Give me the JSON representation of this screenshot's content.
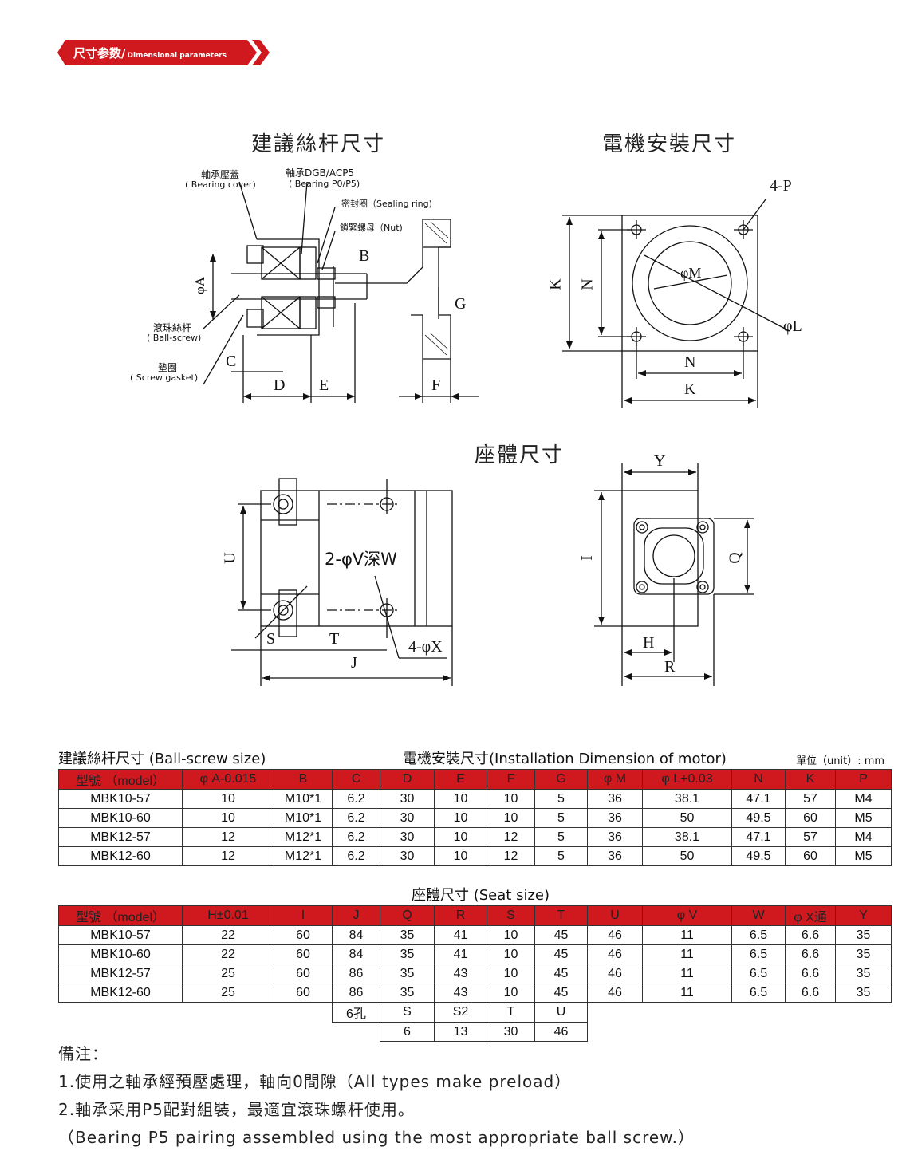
{
  "header": {
    "title_cn": "尺寸参数/",
    "title_en": "Dimensional parameters"
  },
  "drawings": {
    "ballscrew": {
      "title": "建議絲杆尺寸",
      "labels": {
        "bearing_cover_cn": "軸承壓蓋",
        "bearing_cover_en": "( Bearing cover)",
        "bearing_cn": "軸承DGB/ACP5",
        "bearing_en": "( Bearing P0/P5)",
        "sealing": "密封圈（Sealing ring)",
        "nut": "鎖緊螺母（Nut)",
        "ballscrew_cn": "滾珠絲杆",
        "ballscrew_en": "( Ball-screw)",
        "gasket_cn": "墊圈",
        "gasket_en": "( Screw gasket)",
        "A": "φA",
        "B": "B",
        "C": "C",
        "D": "D",
        "E": "E",
        "F": "F",
        "G": "G"
      }
    },
    "motor": {
      "title": "電機安裝尺寸",
      "labels": {
        "P": "4-P",
        "M": "φM",
        "L": "φL",
        "K": "K",
        "N": "N"
      }
    },
    "seat": {
      "title": "座體尺寸",
      "labels": {
        "U": "U",
        "V": "2-φV深W",
        "S": "S",
        "T": "T",
        "J": "J",
        "X": "4-φX",
        "Y": "Y",
        "I": "I",
        "Q": "Q",
        "H": "H",
        "R": "R"
      }
    }
  },
  "table1": {
    "caption_cn": "建議絲杆尺寸",
    "caption_en": "(Ball-screw size)",
    "caption2_cn": "電機安裝尺寸",
    "caption2_en": "(Installation Dimension of motor)",
    "unit": "單位（unit）: mm",
    "headers": [
      "型號 （model）",
      "φ A-0.015",
      "B",
      "C",
      "D",
      "E",
      "F",
      "G",
      "φ M",
      "φ L+0.03",
      "N",
      "K",
      "P"
    ],
    "rows": [
      [
        "MBK10-57",
        "10",
        "M10*1",
        "6.2",
        "30",
        "10",
        "10",
        "5",
        "36",
        "38.1",
        "47.1",
        "57",
        "M4"
      ],
      [
        "MBK10-60",
        "10",
        "M10*1",
        "6.2",
        "30",
        "10",
        "10",
        "5",
        "36",
        "50",
        "49.5",
        "60",
        "M5"
      ],
      [
        "MBK12-57",
        "12",
        "M12*1",
        "6.2",
        "30",
        "10",
        "12",
        "5",
        "36",
        "38.1",
        "47.1",
        "57",
        "M4"
      ],
      [
        "MBK12-60",
        "12",
        "M12*1",
        "6.2",
        "30",
        "10",
        "12",
        "5",
        "36",
        "50",
        "49.5",
        "60",
        "M5"
      ]
    ]
  },
  "table2": {
    "caption_cn": "座體尺寸",
    "caption_en": "(Seat size)",
    "headers": [
      "型號 （model）",
      "H±0.01",
      "I",
      "J",
      "Q",
      "R",
      "S",
      "T",
      "U",
      "φ V",
      "W",
      "φ X通",
      "Y"
    ],
    "rows": [
      [
        "MBK10-57",
        "22",
        "60",
        "84",
        "35",
        "41",
        "10",
        "45",
        "46",
        "11",
        "6.5",
        "6.6",
        "35"
      ],
      [
        "MBK10-60",
        "22",
        "60",
        "84",
        "35",
        "41",
        "10",
        "45",
        "46",
        "11",
        "6.5",
        "6.6",
        "35"
      ],
      [
        "MBK12-57",
        "25",
        "60",
        "86",
        "35",
        "43",
        "10",
        "45",
        "46",
        "11",
        "6.5",
        "6.6",
        "35"
      ],
      [
        "MBK12-60",
        "25",
        "60",
        "86",
        "35",
        "43",
        "10",
        "45",
        "46",
        "11",
        "6.5",
        "6.6",
        "35"
      ]
    ],
    "extra_headers": [
      "6孔",
      "S",
      "S2",
      "T",
      "U"
    ],
    "extra_values": [
      "",
      "6",
      "13",
      "30",
      "46"
    ]
  },
  "notes": {
    "title": "備注：",
    "line1": "1.使用之軸承經預壓處理，軸向0間隙（All types make preload）",
    "line2": "2.軸承采用P5配對組裝，最適宜滾珠螺杆使用。",
    "line3": "（Bearing P5 pairing assembled using the most appropriate ball screw.）"
  },
  "colors": {
    "accent": "#d0181f",
    "line": "#111111"
  }
}
